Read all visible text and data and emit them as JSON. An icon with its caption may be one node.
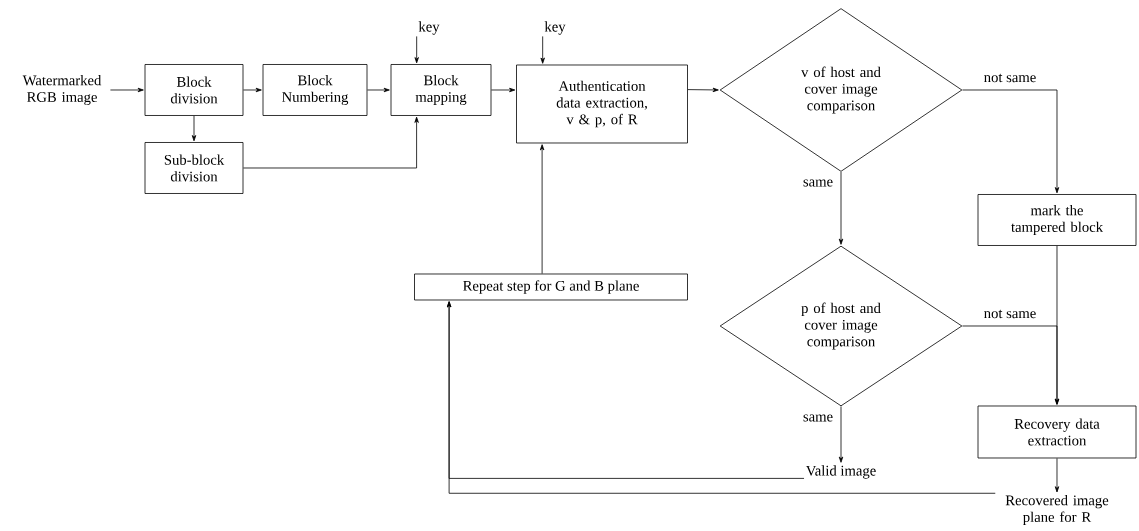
{
  "diagram": {
    "nodes": [
      {
        "text": [
          "Watermarked RGB image"
        ]
      },
      {
        "text": [
          "Block division"
        ]
      },
      {
        "text": [
          "Block Numbering"
        ]
      },
      {
        "text": [
          "Block mapping"
        ]
      },
      {
        "text": [
          "Sub-block division"
        ]
      },
      {
        "text": [
          "key"
        ]
      },
      {
        "text": [
          "key"
        ]
      },
      {
        "text": [
          "Authentication data extraction, v & p, of R"
        ]
      },
      {
        "text": [
          "v of host and cover image comparison"
        ]
      },
      {
        "text": [
          "mark the tampered block"
        ]
      },
      {
        "text": [
          "Repeat step for G and B plane"
        ]
      },
      {
        "text": [
          "p of host and cover image comparison"
        ]
      },
      {
        "text": [
          "Valid image"
        ]
      },
      {
        "text": [
          "Recovery data extraction"
        ]
      },
      {
        "text": [
          "Recovered image plane for R"
        ]
      }
    ],
    "edges": [
      {
        "from": 0,
        "to": 1,
        "arrow": "to"
      },
      {
        "from": 1,
        "to": 2,
        "arrow": "to"
      },
      {
        "from": 2,
        "to": 3,
        "arrow": "to"
      },
      {
        "from": 1,
        "to": 4,
        "arrow": "to"
      },
      {
        "from": 4,
        "to": 3,
        "arrow": "to"
      },
      {
        "from": 5,
        "to": 3,
        "arrow": "to"
      },
      {
        "from": 6,
        "to": 7,
        "arrow": "to"
      },
      {
        "from": 3,
        "to": 7,
        "arrow": "to"
      },
      {
        "from": 7,
        "to": 8,
        "arrow": "to"
      },
      {
        "from": 8,
        "to": 9,
        "arrow": "to",
        "label": "not same"
      },
      {
        "from": 8,
        "to": 11,
        "arrow": "to",
        "label": "same"
      },
      {
        "from": 9,
        "to": 13,
        "arrow": "to"
      },
      {
        "from": 11,
        "to": 13,
        "arrow": "to",
        "label": "not same"
      },
      {
        "from": 11,
        "to": 12,
        "arrow": "to",
        "label": "same"
      },
      {
        "from": 13,
        "to": 14,
        "arrow": "to"
      },
      {
        "from": 12,
        "to": 10,
        "arrow": "to"
      },
      {
        "from": 14,
        "to": 10,
        "arrow": "to"
      },
      {
        "from": 10,
        "to": 7,
        "arrow": "to"
      }
    ]
  }
}
